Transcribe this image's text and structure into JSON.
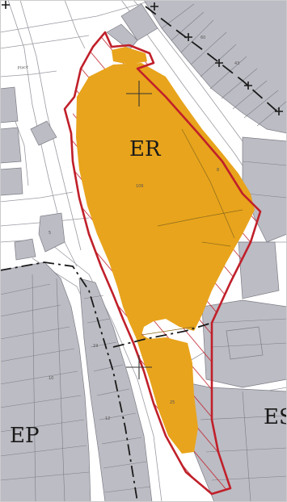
{
  "zones": {
    "er_label": "ER",
    "ep_label": "EP",
    "es_label": "ES"
  },
  "streets": {
    "place_label": "Place"
  },
  "lots": {
    "main_parcel": "106",
    "lot_a": "8",
    "lot_b": "25",
    "lot_c": "60",
    "lot_d": "43",
    "lot_e": "19",
    "lot_f": "5",
    "lot_g": "12",
    "lot_h": "10"
  },
  "colors": {
    "paper": "#ffffff",
    "building": "#bcbcc4",
    "building_stroke": "#7d7d86",
    "parcel_line": "#9a9aa2",
    "site_fill": "#e8a41c",
    "site_outline": "#c0202a",
    "boundary_dash": "#1a1a1a"
  },
  "legend_icons": {
    "cross_marker": "crosshair-icon",
    "boundary_marker": "plus-dash-boundary"
  }
}
